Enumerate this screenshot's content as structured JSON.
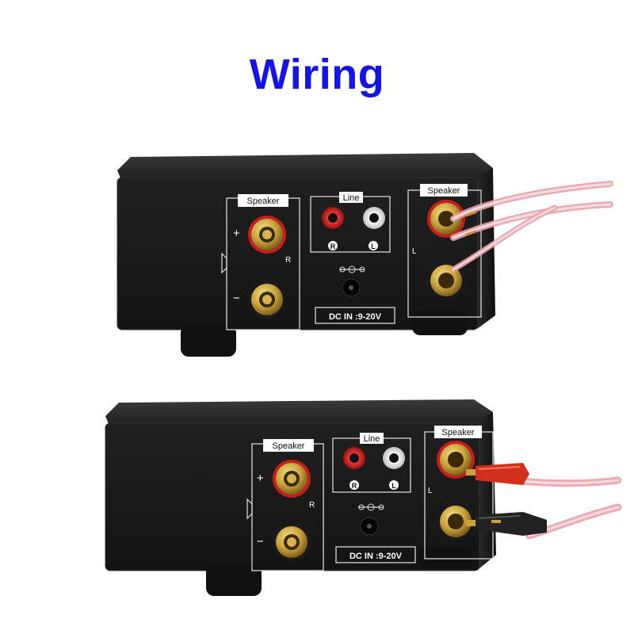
{
  "title": "Wiring",
  "top_amp": {
    "speaker_left_label": "Speaker",
    "speaker_right_label": "Speaker",
    "line_label": "Line",
    "rca_r": "R",
    "rca_l": "L",
    "terminal_r": "R",
    "terminal_l": "L",
    "plus": "+",
    "minus": "−",
    "dc_in": "DC IN :9-20V"
  },
  "bottom_amp": {
    "speaker_left_label": "Speaker",
    "speaker_right_label": "Speaker",
    "line_label": "Line",
    "rca_r": "R",
    "rca_l": "L",
    "terminal_r": "R",
    "terminal_l": "L",
    "plus": "+",
    "minus": "−",
    "dc_in": "DC IN :9-20V"
  },
  "colors": {
    "title": "#1414e6",
    "chassis": "#1a1a1a",
    "gold": "#c9a23a",
    "red": "#d2202a",
    "banana_black": "#222222"
  }
}
